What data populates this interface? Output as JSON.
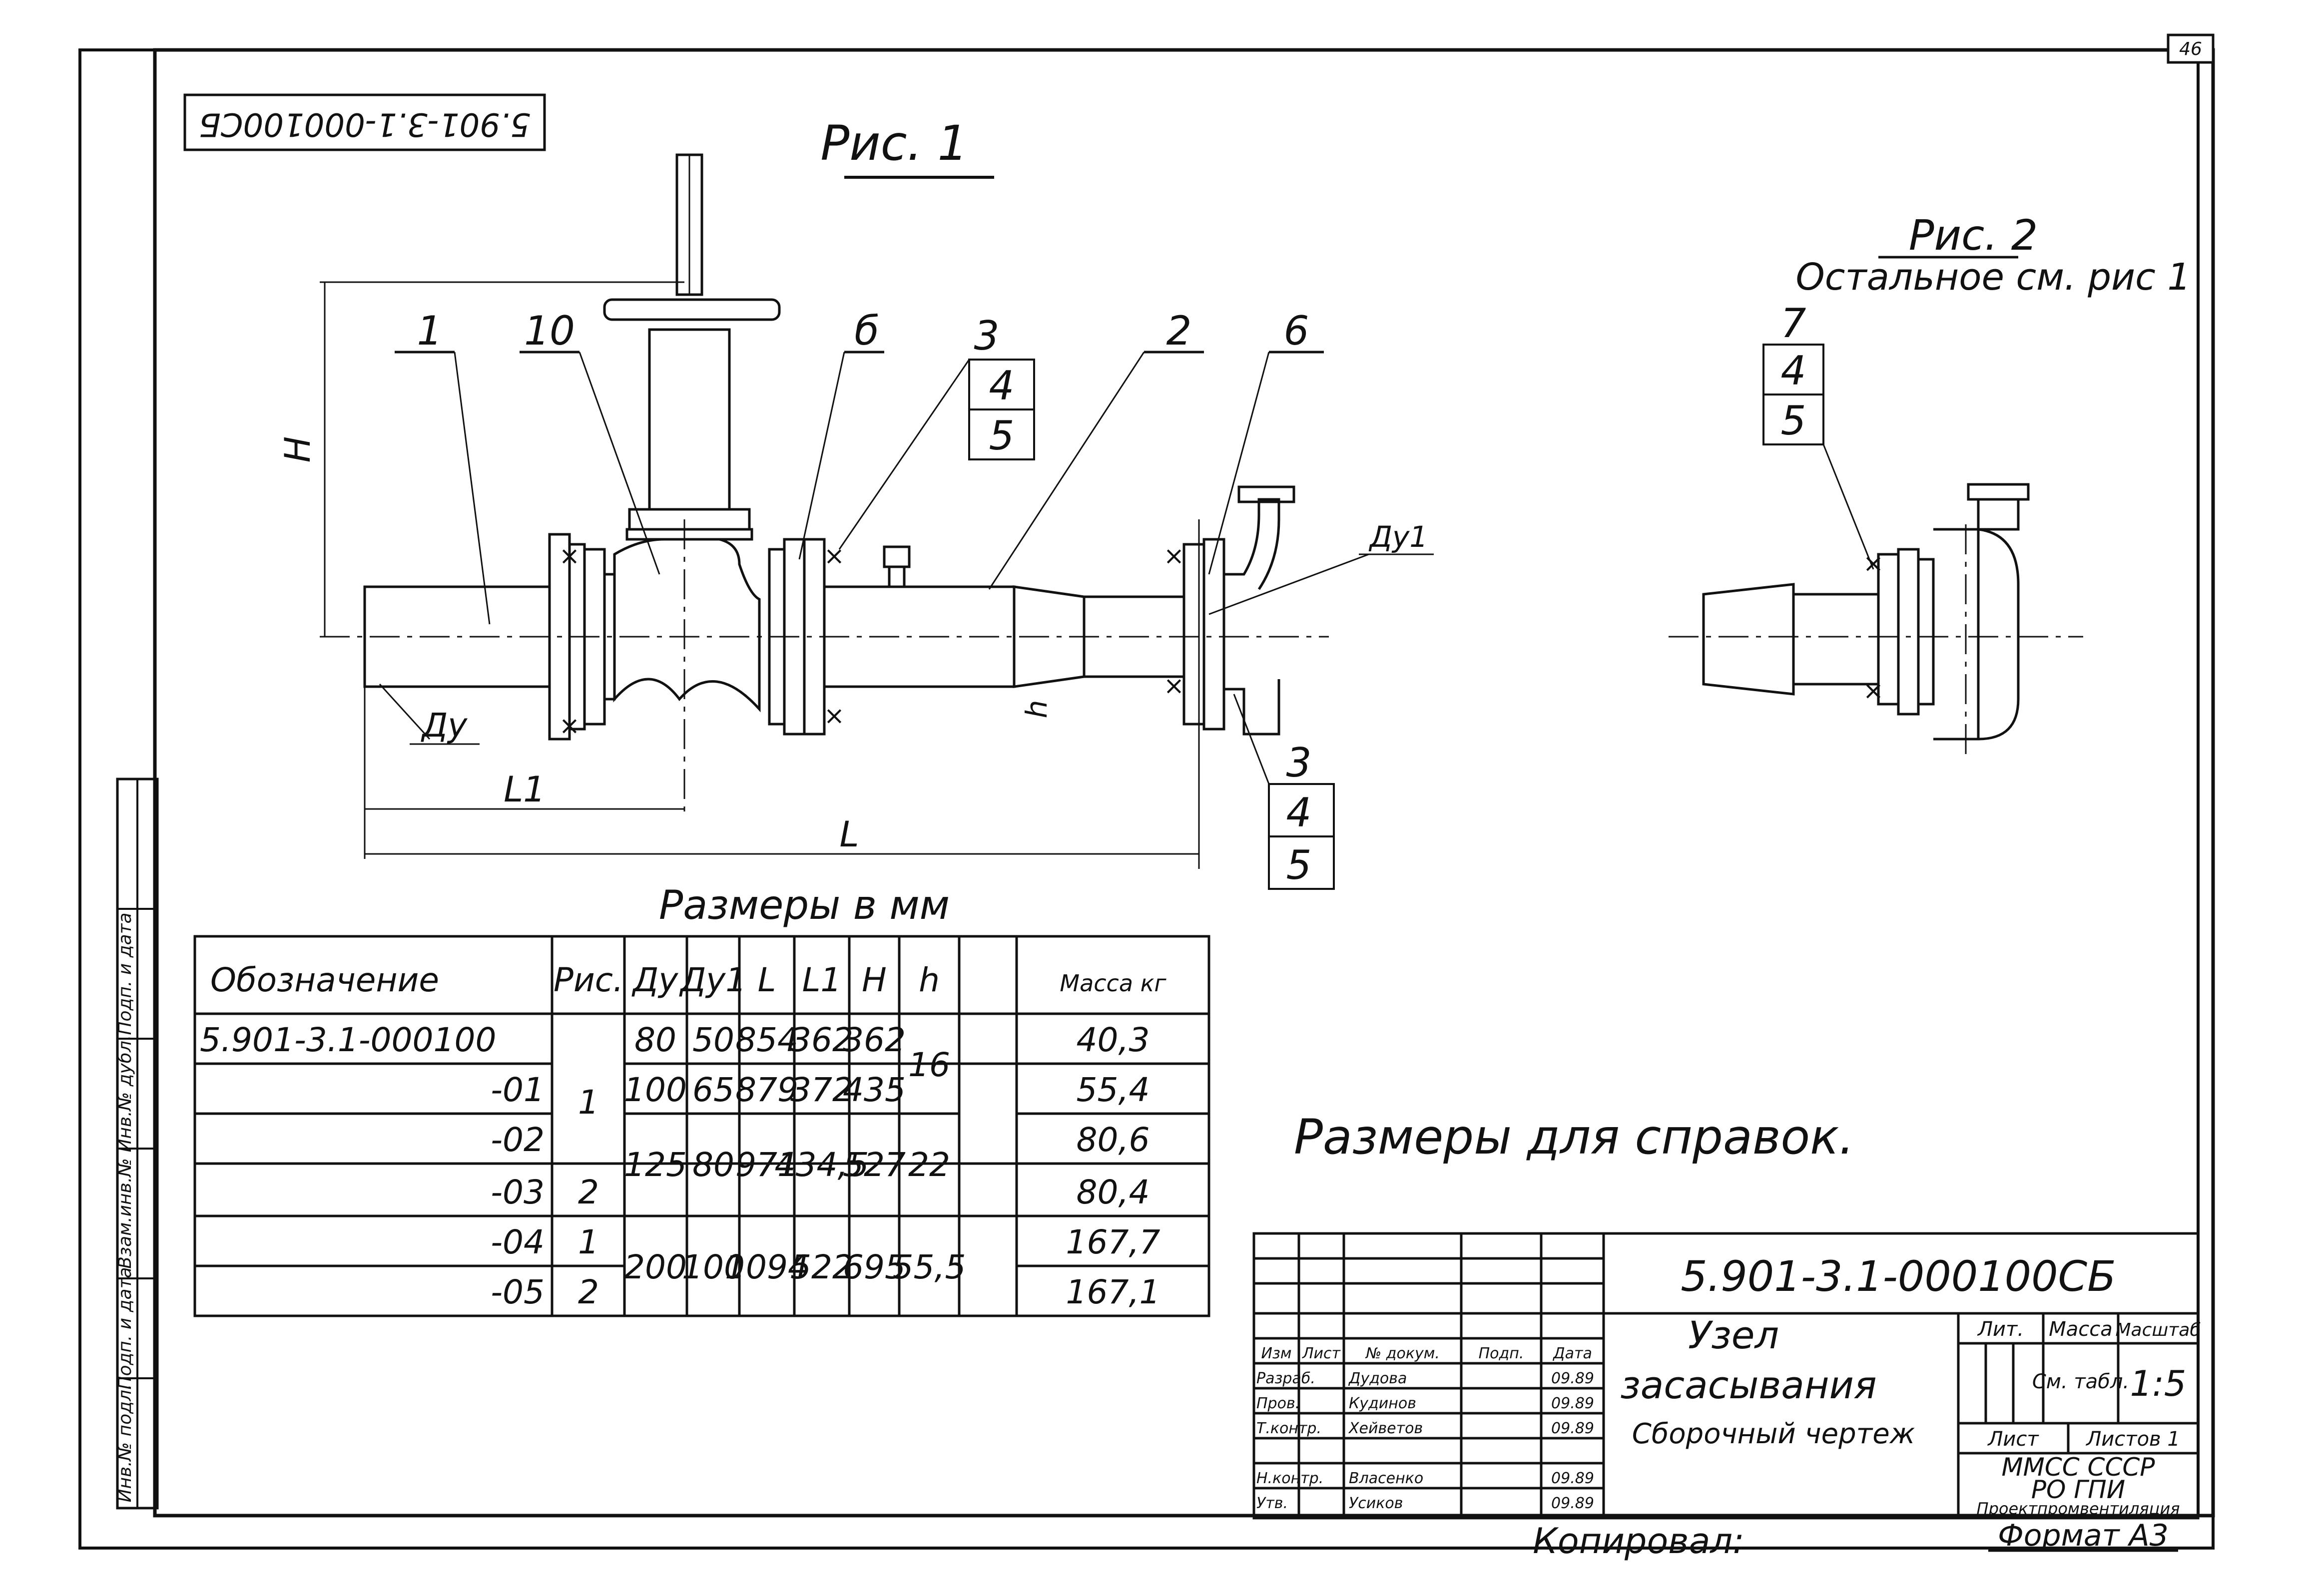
{
  "sheet": {
    "page_number": "46",
    "rotated_code": "5.901-3.1-000100СБ",
    "fig1_title": "Рис. 1",
    "fig2_title": "Рис. 2",
    "fig2_subtitle": "Остальное см. рис 1",
    "reference_note": "Размеры для справок.",
    "copied_by": "Копировал:",
    "format": "Формат А3"
  },
  "figure1": {
    "callouts": [
      "1",
      "10",
      "б",
      "3",
      "4",
      "5",
      "2",
      "6",
      "3",
      "4",
      "5"
    ],
    "dims": {
      "H": "H",
      "Dy": "Ду",
      "Dy1": "Ду1",
      "L1": "L1",
      "L": "L",
      "h": "h"
    }
  },
  "figure2": {
    "callouts": [
      "7",
      "4",
      "5"
    ]
  },
  "dimensions_table": {
    "caption": "Размеры в мм",
    "headers": [
      "Обозначение",
      "Рис.",
      "Ду",
      "Ду1",
      "L",
      "L1",
      "H",
      "h",
      "Масса кг"
    ],
    "rows": [
      {
        "designation": "5.901-3.1-000100",
        "fig": "1",
        "dy": "80",
        "dy1": "50",
        "L": "854",
        "L1": "362",
        "H": "362",
        "h": "16",
        "mass": "40,3"
      },
      {
        "designation": "-01",
        "fig": "1",
        "dy": "100",
        "dy1": "65",
        "L": "879",
        "L1": "372",
        "H": "435",
        "h": "16",
        "mass": "55,4"
      },
      {
        "designation": "-02",
        "fig": "1",
        "dy": "125",
        "dy1": "80",
        "L": "971",
        "L1": "434,5",
        "H": "527",
        "h": "22",
        "mass": "80,6"
      },
      {
        "designation": "-03",
        "fig": "2",
        "dy": "125",
        "dy1": "80",
        "L": "971",
        "L1": "434,5",
        "H": "527",
        "h": "22",
        "mass": "80,4"
      },
      {
        "designation": "-04",
        "fig": "1",
        "dy": "200",
        "dy1": "100",
        "L": "1094",
        "L1": "522",
        "H": "695",
        "h": "55,5",
        "mass": "167,7"
      },
      {
        "designation": "-05",
        "fig": "2",
        "dy": "200",
        "dy1": "100",
        "L": "1094",
        "L1": "522",
        "H": "695",
        "h": "55,5",
        "mass": "167,1"
      }
    ]
  },
  "side_stamp": [
    "Инв.№ подл.",
    "Подп. и дата",
    "Взам.инв.№",
    "Инв.№ дубл.",
    "Подп. и дата"
  ],
  "title_block": {
    "code": "5.901-3.1-000100СБ",
    "name_line1": "Узел",
    "name_line2": "засасывания",
    "name_line3": "Сборочный чертеж",
    "headers": [
      "Изм",
      "Лист",
      "№ докум.",
      "Подп.",
      "Дата"
    ],
    "people": [
      {
        "role": "Разраб.",
        "name": "Дудова",
        "date": "09.89"
      },
      {
        "role": "Пров.",
        "name": "Кудинов",
        "date": "09.89"
      },
      {
        "role": "Т.контр.",
        "name": "Хейветов",
        "date": "09.89"
      },
      {
        "role": "Н.контр.",
        "name": "Власенко",
        "date": "09.89"
      },
      {
        "role": "Утв.",
        "name": "Усиков",
        "date": "09.89"
      }
    ],
    "lit_label": "Лит.",
    "mass_label": "Масса",
    "scale_label": "Масштаб",
    "mass_value": "См. табл.",
    "scale_value": "1:5",
    "sheet_label": "Лист",
    "sheets_label": "Листов 1",
    "org_line1": "ММСС СССР",
    "org_line2": "РО ГПИ",
    "org_line3": "Проектпромвентиляция"
  }
}
